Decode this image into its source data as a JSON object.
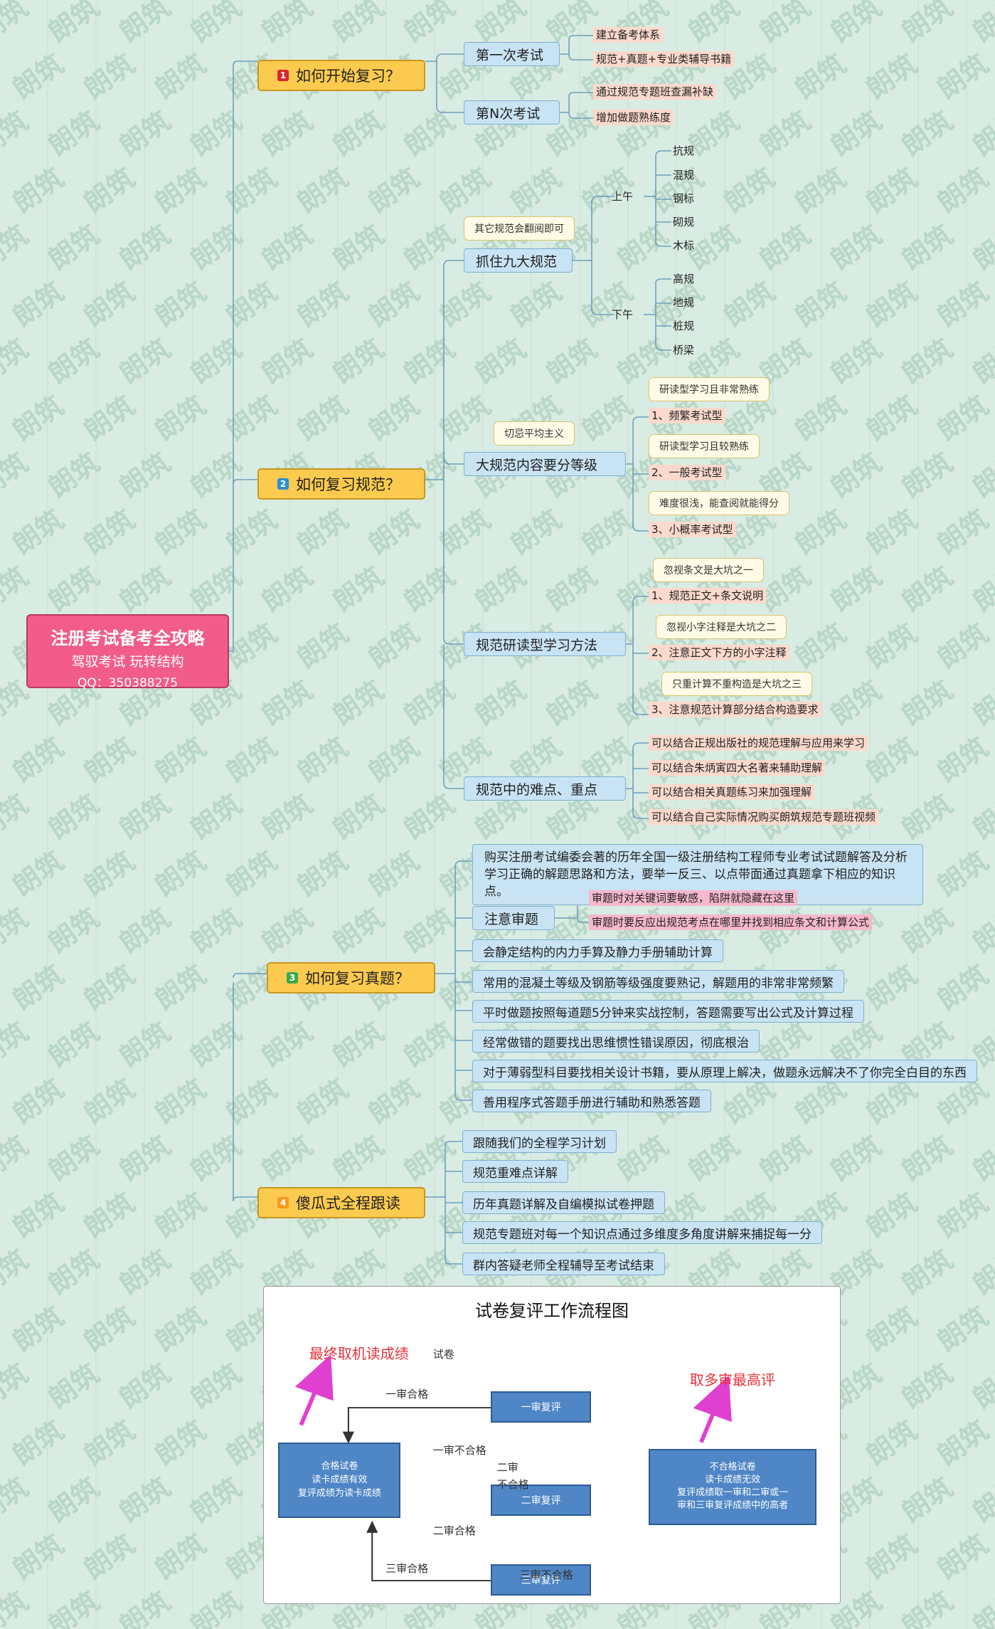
{
  "watermark": "朗筑",
  "root": {
    "title": "注册考试备考全攻略",
    "subtitle": "驾驭考试 玩转结构",
    "qq": "QQ：350388275"
  },
  "sections": [
    {
      "num": "1",
      "label": "如何开始复习？",
      "badge_color": "#d9262b"
    },
    {
      "num": "2",
      "label": "如何复习规范？",
      "badge_color": "#2f8fd6"
    },
    {
      "num": "3",
      "label": "如何复习真题？",
      "badge_color": "#3aa84a"
    },
    {
      "num": "4",
      "label": "傻瓜式全程跟读",
      "badge_color": "#f59a1c"
    }
  ],
  "s1": {
    "first": {
      "label": "第一次考试",
      "items": [
        "建立备考体系",
        "规范+真题+专业类辅导书籍"
      ]
    },
    "nth": {
      "label": "第N次考试",
      "items": [
        "通过规范专题班查漏补缺",
        "增加做题熟练度"
      ]
    }
  },
  "s2": {
    "nine": {
      "label": "抓住九大规范",
      "note": "其它规范会翻阅即可",
      "am": {
        "label": "上午",
        "items": [
          "抗规",
          "混规",
          "钢标",
          "砌规",
          "木标"
        ]
      },
      "pm": {
        "label": "下午",
        "items": [
          "高规",
          "地规",
          "桩规",
          "桥梁"
        ]
      }
    },
    "grade": {
      "label": "大规范内容要分等级",
      "note": "切忌平均主义",
      "items": [
        {
          "note": "研读型学习且非常熟练",
          "text": "1、频繁考试型"
        },
        {
          "note": "研读型学习且较熟练",
          "text": "2、一般考试型"
        },
        {
          "note": "难度很浅，能查阅就能得分",
          "text": "3、小概率考试型"
        }
      ]
    },
    "method": {
      "label": "规范研读型学习方法",
      "items": [
        {
          "note": "忽视条文是大坑之一",
          "text": "1、规范正文+条文说明"
        },
        {
          "note": "忽视小字注释是大坑之二",
          "text": "2、注意正文下方的小字注释"
        },
        {
          "note": "只重计算不重构造是大坑之三",
          "text": "3、注意规范计算部分结合构造要求"
        }
      ]
    },
    "key": {
      "label": "规范中的难点、重点",
      "items": [
        "可以结合正规出版社的规范理解与应用来学习",
        "可以结合朱炳寅四大名著来辅助理解",
        "可以结合相关真题练习来加强理解",
        "可以结合自己实际情况购买朗筑规范专题班视频"
      ]
    }
  },
  "s3": {
    "intro": [
      "购买注册考试编委会著的历年全国一级注册结构工程师专业考试试题解答及分析",
      "学习正确的解题思路和方法，要举一反三、以点带面通过真题拿下相应的知识点。"
    ],
    "careful": {
      "label": "注意审题",
      "items": [
        "审题时对关键词要敏感，陷阱就隐藏在这里",
        "审题时要反应出规范考点在哪里并找到相应条文和计算公式"
      ]
    },
    "items": [
      "会静定结构的内力手算及静力手册辅助计算",
      "常用的混凝土等级及钢筋等级强度要熟记，解题用的非常非常频繁",
      "平时做题按照每道题5分钟来实战控制，答题需要写出公式及计算过程",
      "经常做错的题要找出思维惯性错误原因，彻底根治",
      "对于薄弱型科目要找相关设计书籍，要从原理上解决，做题永远解决不了你完全白目的东西",
      "善用程序式答题手册进行辅助和熟悉答题"
    ]
  },
  "s4": {
    "items": [
      "跟随我们的全程学习计划",
      "规范重难点详解",
      "历年真题详解及自编模拟试卷押题",
      "规范专题班对每一个知识点通过多维度多角度讲解来捕捉每一分",
      "群内答疑老师全程辅导至考试结束"
    ]
  },
  "flow": {
    "title": "试卷复评工作流程图",
    "input": "试卷",
    "r1": "一审复评",
    "r2": "二审复评",
    "r3": "三审复评",
    "pass_box": [
      "合格试卷",
      "读卡成绩有效",
      "复评成绩为读卡成绩"
    ],
    "fail_box": [
      "不合格试卷",
      "读卡成绩无效",
      "复评成绩取一审和二审或一",
      "审和三审复评成绩中的高者"
    ],
    "lbl_pass1": "一审合格",
    "lbl_fail1": "一审不合格",
    "lbl_fail2a": "二审",
    "lbl_fail2b": "不合格",
    "lbl_pass2": "二审合格",
    "lbl_pass3": "三审合格",
    "lbl_fail3": "三审不合格",
    "red_left": "最终取机读成绩",
    "red_right": "取多审最高评",
    "arrow_color": "#e040d0"
  }
}
